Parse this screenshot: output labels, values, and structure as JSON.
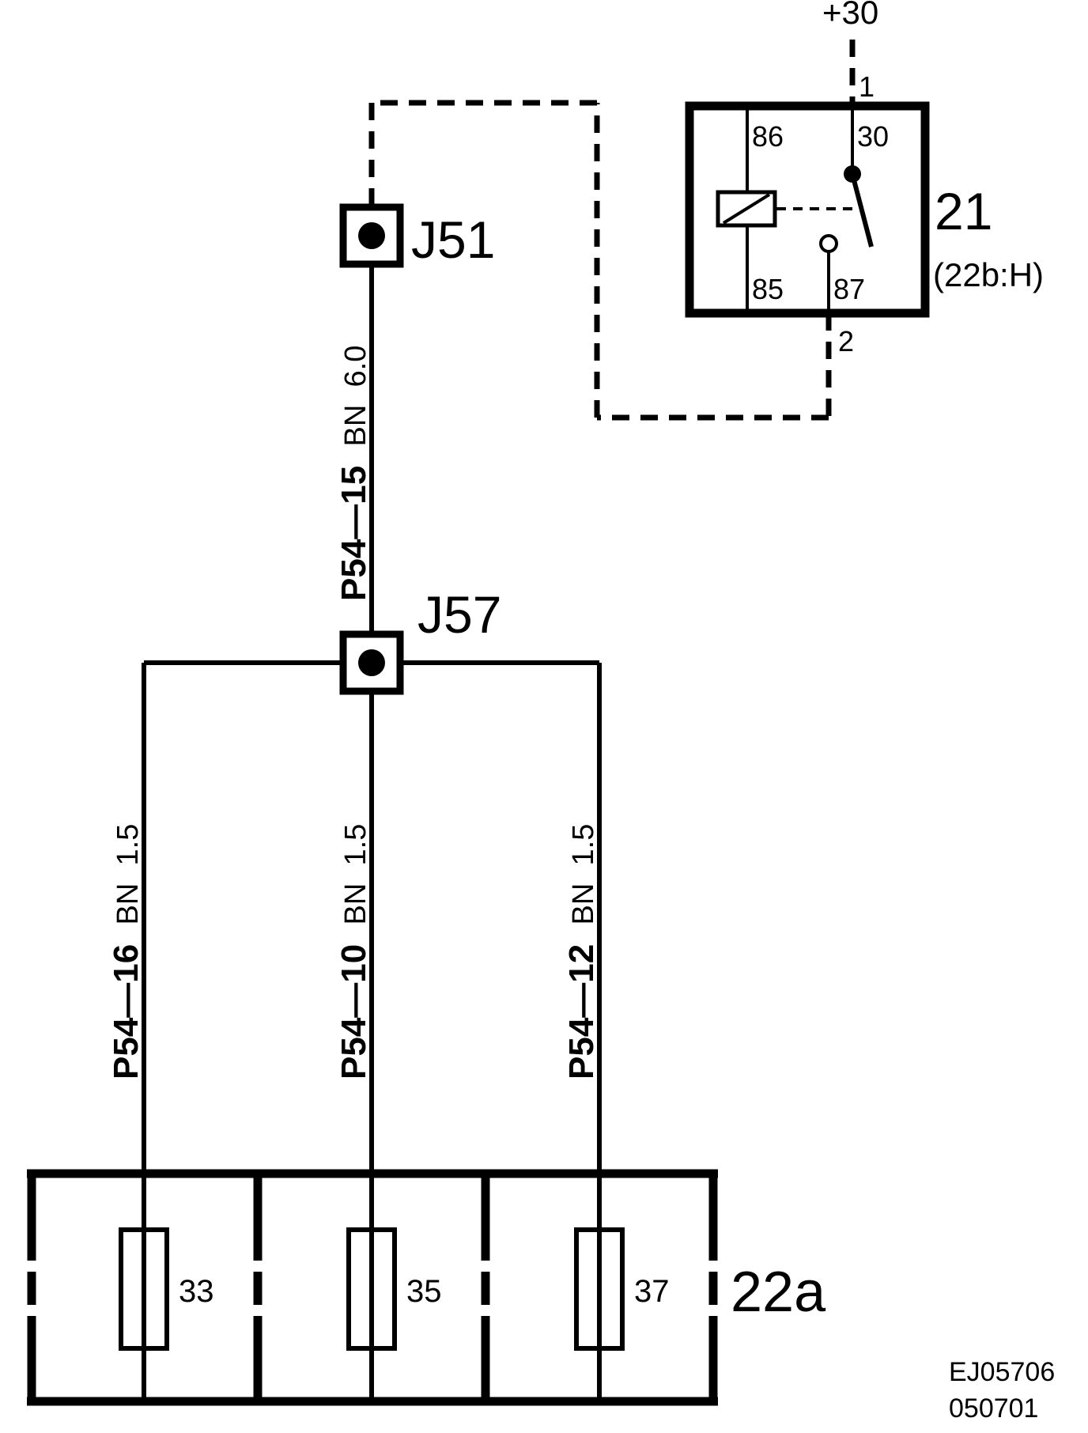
{
  "supply": {
    "label": "+30"
  },
  "relay": {
    "id": "21",
    "ref": "(22b:H)",
    "pin_86": "86",
    "pin_30": "30",
    "pin_85": "85",
    "pin_87": "87",
    "conn_in": "1",
    "conn_out": "2"
  },
  "junctions": {
    "j51": "J51",
    "j57": "J57"
  },
  "wires": {
    "main": {
      "id": "P54—15",
      "color": "BN",
      "size": "6.0"
    },
    "left": {
      "id": "P54—16",
      "color": "BN",
      "size": "1.5"
    },
    "center": {
      "id": "P54—10",
      "color": "BN",
      "size": "1.5"
    },
    "right": {
      "id": "P54—12",
      "color": "BN",
      "size": "1.5"
    }
  },
  "fusebox": {
    "id": "22a",
    "fuses": [
      "33",
      "35",
      "37"
    ]
  },
  "footer": {
    "code": "EJ05706",
    "date": "050701"
  }
}
